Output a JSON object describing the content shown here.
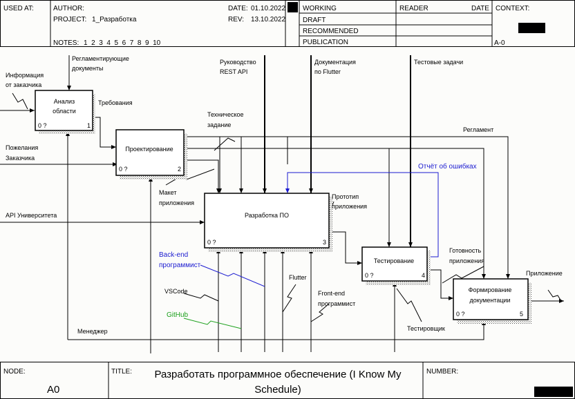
{
  "header": {
    "used_at_label": "USED AT:",
    "author_label": "AUTHOR:",
    "project_label": "PROJECT:",
    "project_value": "1_Разработка",
    "notes_label": "NOTES:",
    "notes_values": "1  2  3  4  5  6  7  8  9  10",
    "date_label": "DATE:",
    "date_value": "01.10.2022",
    "rev_label": "REV:",
    "rev_value": "13.10.2022",
    "status_working": "WORKING",
    "status_draft": "DRAFT",
    "status_recommended": "RECOMMENDED",
    "status_publication": "PUBLICATION",
    "reader_label": "READER",
    "reader_date_label": "DATE",
    "context_label": "CONTEXT:",
    "context_id": "A-0"
  },
  "footer": {
    "node_label": "NODE:",
    "node_value": "A0",
    "title_label": "TITLE:",
    "title_line1": "Разработать программное обеспечение (I Know My",
    "title_line2": "Schedule)",
    "number_label": "NUMBER:"
  },
  "boxes": [
    {
      "line1": "Анализ",
      "line2": "области",
      "cost": "0 ?",
      "num": "1"
    },
    {
      "line1": "Проектирование",
      "line2": "",
      "cost": "0 ?",
      "num": "2"
    },
    {
      "line1": "Разработка ПО",
      "line2": "",
      "cost": "0 ?",
      "num": "3"
    },
    {
      "line1": "Тестирование",
      "line2": "",
      "cost": "0 ?",
      "num": "4"
    },
    {
      "line1": "Формирование",
      "line2": "документации",
      "cost": "0 ?",
      "num": "5"
    }
  ],
  "arrows": {
    "reg_docs_1": "Регламентирующие",
    "reg_docs_2": "документы",
    "info_1": "Информация",
    "info_2": "от заказчика",
    "requirements": "Требования",
    "wishes_1": "Пожелания",
    "wishes_2": "Заказчика",
    "rest_1": "Руководство",
    "rest_2": "REST API",
    "flutter_docs_1": "Документация",
    "flutter_docs_2": "по Flutter",
    "test_tasks": "Тестовые задачи",
    "tech_task_1": "Техническое",
    "tech_task_2": "задание",
    "reglament": "Регламент",
    "bug_report": "Отчёт об ошибках",
    "mockup_1": "Макет",
    "mockup_2": "приложения",
    "api": "API Университета",
    "prototype_1": "Прототип",
    "prototype_2": "приложения",
    "readiness_1": "Готовность",
    "readiness_2": "приложения",
    "app_out": "Приложение",
    "backend_1": "Back-end",
    "backend_2": "программист",
    "vscode": "VSCode",
    "github": "GitHub",
    "flutter": "Flutter",
    "frontend_1": "Front-end",
    "frontend_2": "программист",
    "tester": "Тестировщик",
    "manager": "Менеджер"
  }
}
